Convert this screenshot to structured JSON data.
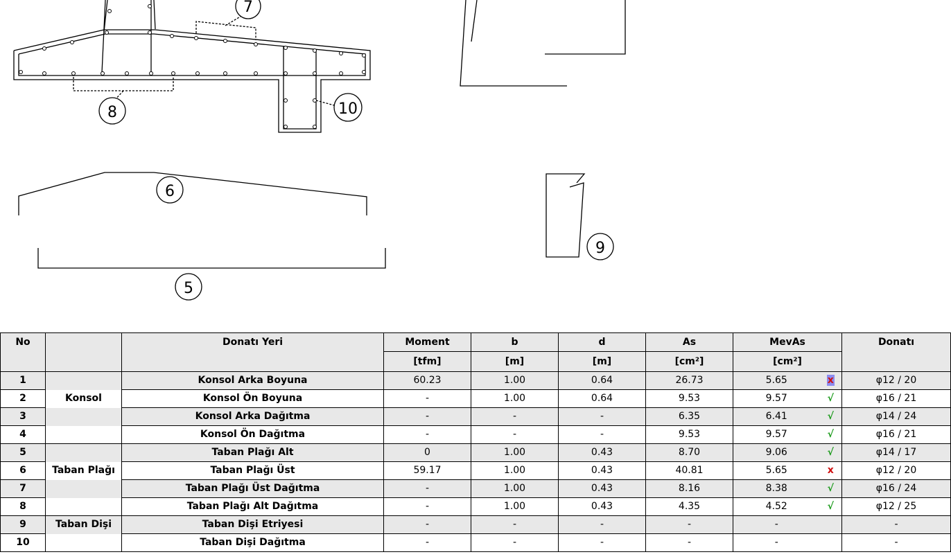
{
  "drawing": {
    "callouts": [
      "7",
      "8",
      "10",
      "6",
      "5",
      "9"
    ]
  },
  "table": {
    "headers": {
      "no": "No",
      "group": "",
      "yer": "Donatı Yeri",
      "moment": "Moment",
      "moment_unit": "[tfm]",
      "b": "b",
      "b_unit": "[m]",
      "d": "d",
      "d_unit": "[m]",
      "as": "As",
      "as_unit": "[cm²]",
      "mevas": "MevAs",
      "mevas_unit": "[cm²]",
      "donati": "Donatı"
    },
    "groups": {
      "konsol": "Konsol",
      "taban_plagi": "Taban Plağı",
      "taban_disi": "Taban Dişi"
    },
    "rows": [
      {
        "no": "1",
        "yer": "Konsol Arka Boyuna",
        "moment": "60.23",
        "b": "1.00",
        "d": "0.64",
        "as": "26.73",
        "mevas": "5.65",
        "status": "x",
        "donati": "φ12 / 20"
      },
      {
        "no": "2",
        "yer": "Konsol Ön Boyuna",
        "moment": "-",
        "b": "1.00",
        "d": "0.64",
        "as": "9.53",
        "mevas": "9.57",
        "status": "√",
        "donati": "φ16 / 21"
      },
      {
        "no": "3",
        "yer": "Konsol Arka Dağıtma",
        "moment": "-",
        "b": "-",
        "d": "-",
        "as": "6.35",
        "mevas": "6.41",
        "status": "√",
        "donati": "φ14 / 24"
      },
      {
        "no": "4",
        "yer": "Konsol Ön Dağıtma",
        "moment": "-",
        "b": "-",
        "d": "-",
        "as": "9.53",
        "mevas": "9.57",
        "status": "√",
        "donati": "φ16 / 21"
      },
      {
        "no": "5",
        "yer": "Taban Plağı Alt",
        "moment": "0",
        "b": "1.00",
        "d": "0.43",
        "as": "8.70",
        "mevas": "9.06",
        "status": "√",
        "donati": "φ14 / 17"
      },
      {
        "no": "6",
        "yer": "Taban Plağı Üst",
        "moment": "59.17",
        "b": "1.00",
        "d": "0.43",
        "as": "40.81",
        "mevas": "5.65",
        "status": "x",
        "donati": "φ12 / 20"
      },
      {
        "no": "7",
        "yer": "Taban Plağı Üst Dağıtma",
        "moment": "-",
        "b": "1.00",
        "d": "0.43",
        "as": "8.16",
        "mevas": "8.38",
        "status": "√",
        "donati": "φ16 / 24"
      },
      {
        "no": "8",
        "yer": "Taban Plağı Alt Dağıtma",
        "moment": "-",
        "b": "1.00",
        "d": "0.43",
        "as": "4.35",
        "mevas": "4.52",
        "status": "√",
        "donati": "φ12 / 25"
      },
      {
        "no": "9",
        "yer": "Taban Dişi Etriyesi",
        "moment": "-",
        "b": "-",
        "d": "-",
        "as": "-",
        "mevas": "-",
        "status": "",
        "donati": "-"
      },
      {
        "no": "10",
        "yer": "Taban Dişi Dağıtma",
        "moment": "-",
        "b": "-",
        "d": "-",
        "as": "-",
        "mevas": "-",
        "status": "",
        "donati": "-"
      }
    ]
  }
}
